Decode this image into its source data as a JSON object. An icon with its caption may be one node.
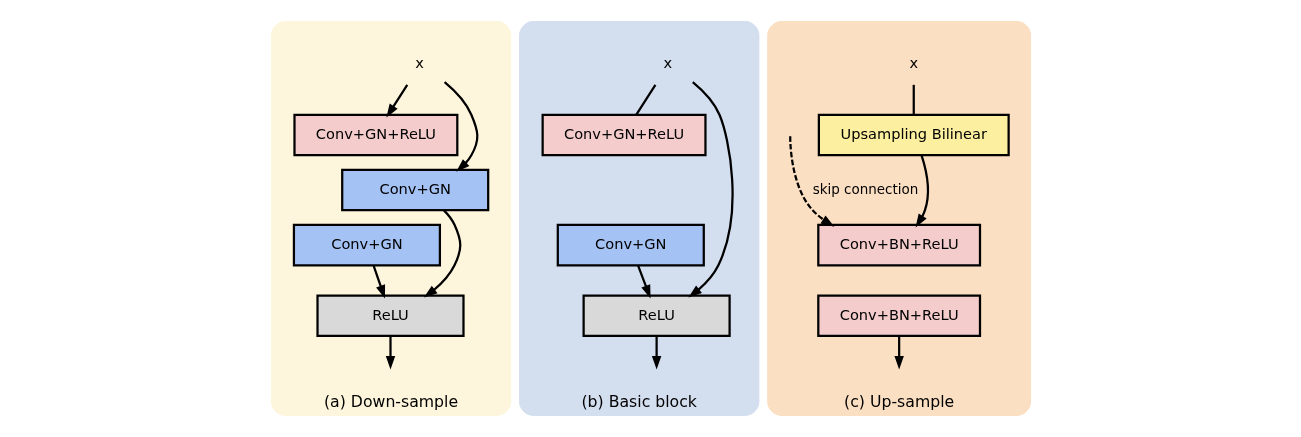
{
  "diagram": {
    "nodes": [
      {
        "text": [
          "(a) Down-sample"
        ]
      },
      {
        "text": [
          "x"
        ],
        "in": 0
      },
      {
        "text": [
          "Conv+GN+ReLU"
        ],
        "in": 0
      },
      {
        "text": [
          "Conv+GN"
        ],
        "in": 0
      },
      {
        "text": [
          "Conv+GN"
        ],
        "in": 0
      },
      {
        "text": [
          "ReLU"
        ],
        "in": 0
      },
      {
        "text": [
          "(b) Basic block"
        ]
      },
      {
        "text": [
          "x"
        ],
        "in": 6
      },
      {
        "text": [
          "Conv+GN+ReLU"
        ],
        "in": 6
      },
      {
        "text": [
          "Conv+GN"
        ],
        "in": 6
      },
      {
        "text": [
          "ReLU"
        ],
        "in": 6
      },
      {
        "text": [
          "(c) Up-sample"
        ]
      },
      {
        "text": [
          "x"
        ],
        "in": 11
      },
      {
        "text": [
          "Upsampling Bilinear"
        ],
        "in": 11
      },
      {
        "text": [
          "Conv+BN+ReLU"
        ],
        "in": 11
      },
      {
        "text": [
          "Conv+BN+ReLU"
        ],
        "in": 11
      }
    ],
    "edges": [
      {
        "from": 1,
        "to": 2,
        "arrow": "to"
      },
      {
        "from": 1,
        "to": 4,
        "arrow": "to"
      },
      {
        "from": 3,
        "to": 5,
        "arrow": "to"
      },
      {
        "from": 4,
        "to": 5,
        "arrow": "to"
      },
      {
        "from": 5,
        "to": null,
        "arrow": "to"
      },
      {
        "from": 7,
        "to": 8,
        "arrow": "none"
      },
      {
        "from": 7,
        "to": 10,
        "arrow": "to"
      },
      {
        "from": 9,
        "to": 10,
        "arrow": "to"
      },
      {
        "from": 10,
        "to": null,
        "arrow": "to"
      },
      {
        "from": 12,
        "to": 13,
        "arrow": "none"
      },
      {
        "from": 13,
        "to": 14,
        "arrow": "to"
      },
      {
        "from": null,
        "to": 14,
        "arrow": "to",
        "style": "dashed",
        "label": "skip connection"
      },
      {
        "from": 15,
        "to": null,
        "arrow": "to"
      }
    ]
  }
}
